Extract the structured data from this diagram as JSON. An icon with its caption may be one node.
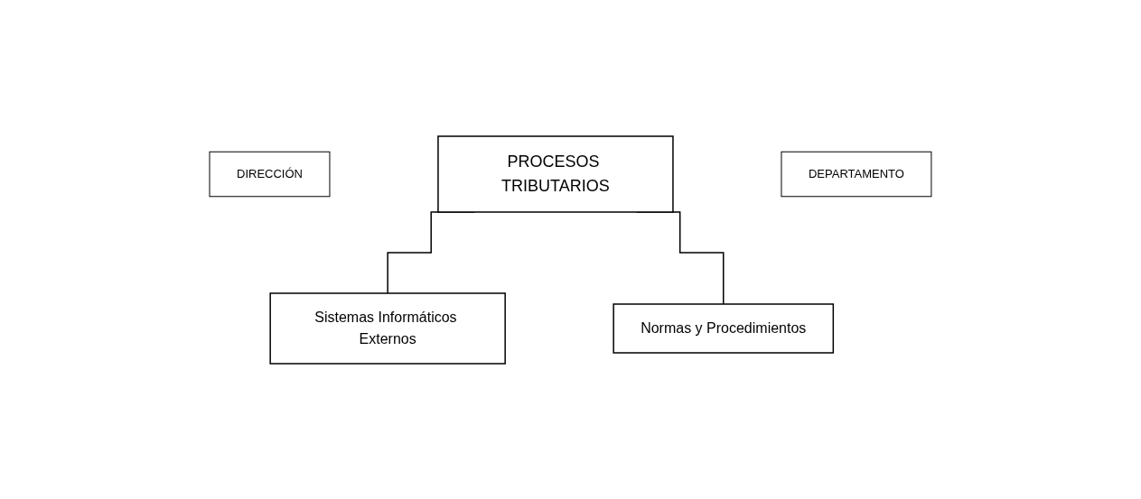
{
  "diagram": {
    "nodes": [
      {
        "text": [
          "DIRECCIÓN"
        ]
      },
      {
        "text": [
          "PROCESOS TRIBUTARIOS"
        ]
      },
      {
        "text": [
          "DEPARTAMENTO"
        ]
      },
      {
        "text": [
          "Sistemas Informáticos Externos"
        ]
      },
      {
        "text": [
          "Normas y Procedimientos"
        ]
      }
    ],
    "edges": [
      {
        "from": 1,
        "to": 3,
        "arrow": "none"
      },
      {
        "from": 1,
        "to": 4,
        "arrow": "none"
      }
    ]
  }
}
